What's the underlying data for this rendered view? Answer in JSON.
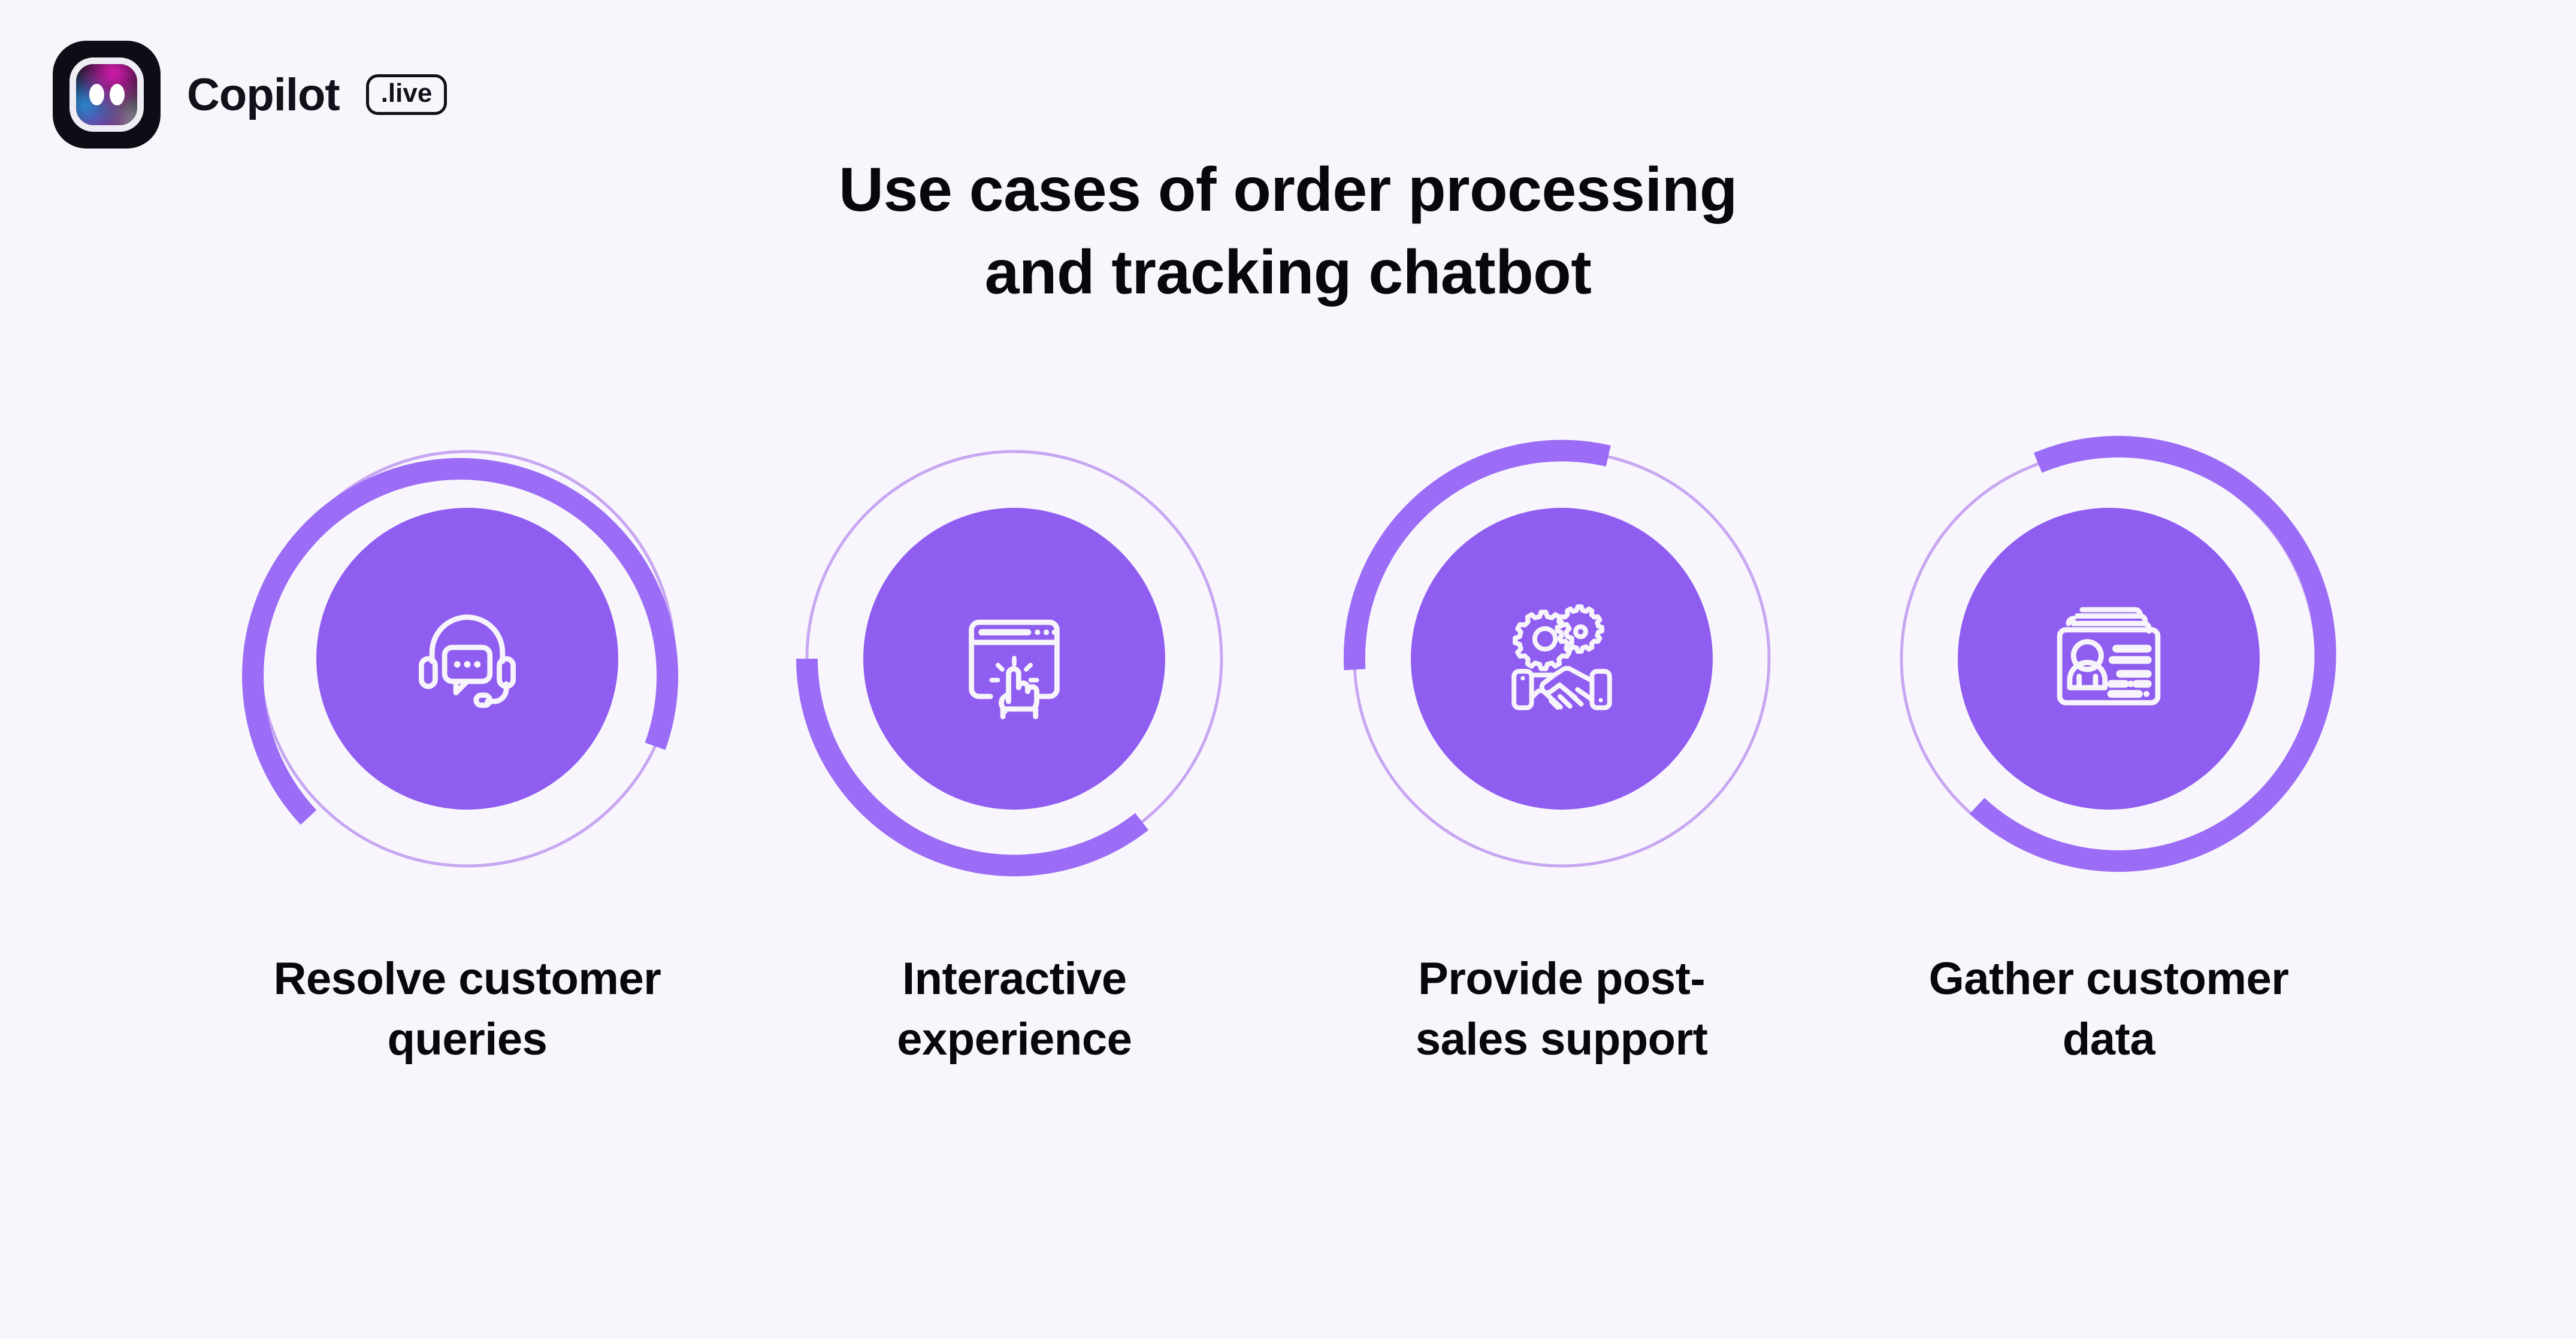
{
  "brand": {
    "name": "Copilot",
    "badge": ".live",
    "logo_icon": "copilot-squircle-logo"
  },
  "title": {
    "line1": "Use cases of order processing",
    "line2": "and tracking chatbot"
  },
  "colors": {
    "background": "#F8F6FC",
    "disc_purple": "#8F5DF0",
    "arc_purple": "#9B6CF5",
    "thin_ring_purple": "#C7A6F2",
    "icon_white": "#F7F4FB",
    "text_black": "#07070C"
  },
  "cards": [
    {
      "label": "Resolve customer\nqueries",
      "icon": "headset-chat-support-icon",
      "arc": {
        "start_deg": 140,
        "end_deg": 25
      }
    },
    {
      "label": "Interactive\nexperience",
      "icon": "browser-window-click-icon",
      "arc": {
        "start_deg": 180,
        "end_deg": 52
      }
    },
    {
      "label": "Provide post-\nsales support",
      "icon": "handshake-gears-icon",
      "arc": {
        "start_deg": 183,
        "end_deg": 283
      }
    },
    {
      "label": "Gather customer\ndata",
      "icon": "id-card-person-icon",
      "arc": {
        "start_deg": 290,
        "end_deg": 150
      }
    }
  ]
}
